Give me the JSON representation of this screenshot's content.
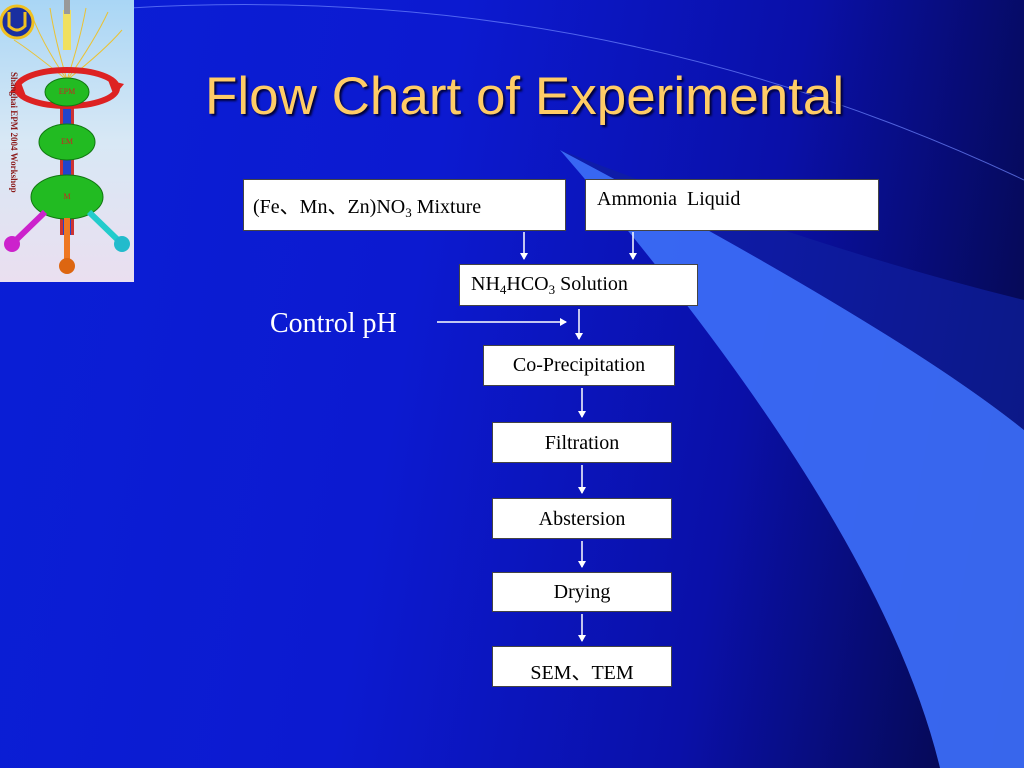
{
  "slide": {
    "title": "Flow Chart of Experimental"
  },
  "logo": {
    "workshop_label": "Shanghai EPM 2004 Workshop",
    "nodes": [
      "EPM",
      "EM",
      "M"
    ]
  },
  "flowchart": {
    "input_a": {
      "prefix": "(Fe、Mn、Zn)NO",
      "sub": "3",
      "suffix": " Mixture"
    },
    "input_b": "Ammonia  Liquid",
    "solution": {
      "p1": "NH",
      "s1": "4",
      "p2": "HCO",
      "s2": "3",
      "p3": " Solution"
    },
    "control_label": "Control pH",
    "steps": [
      "Co-Precipitation",
      "Filtration",
      "Abstersion",
      "Drying",
      "SEM、TEM"
    ]
  },
  "colors": {
    "background": "#0c1ad0",
    "title": "#ffcc66",
    "accent_sweep": "#3b6cf5"
  }
}
